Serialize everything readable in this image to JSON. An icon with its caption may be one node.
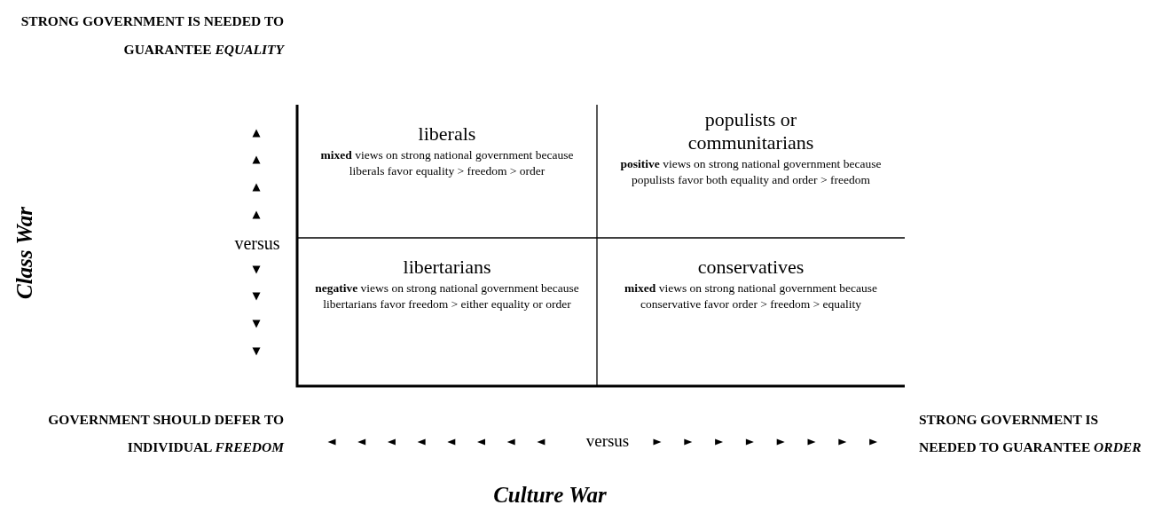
{
  "diagram": {
    "nodes": [
      {
        "text": [
          "liberals",
          "**mixed** views on strong national government because liberals favor equality > freedom > order"
        ]
      },
      {
        "text": [
          "populists or communitarians",
          "**positive** views on strong national government because populists favor both equality and order > freedom"
        ]
      },
      {
        "text": [
          "libertarians",
          "**negative** views on strong national government because libertarians favor freedom > either equality or order"
        ]
      },
      {
        "text": [
          "conservatives",
          "**mixed** views on strong national government because conservative favor order > freedom > equality"
        ]
      }
    ],
    "labels": [
      "STRONG GOVERNMENT IS NEEDED TO GUARANTEE *EQUALITY*",
      "versus",
      "Class War",
      "GOVERNMENT SHOULD DEFER TO INDIVIDUAL *FREEDOM*",
      "versus",
      "STRONG GOVERNMENT IS NEEDED TO GUARANTEE *ORDER*",
      "Culture War"
    ]
  }
}
